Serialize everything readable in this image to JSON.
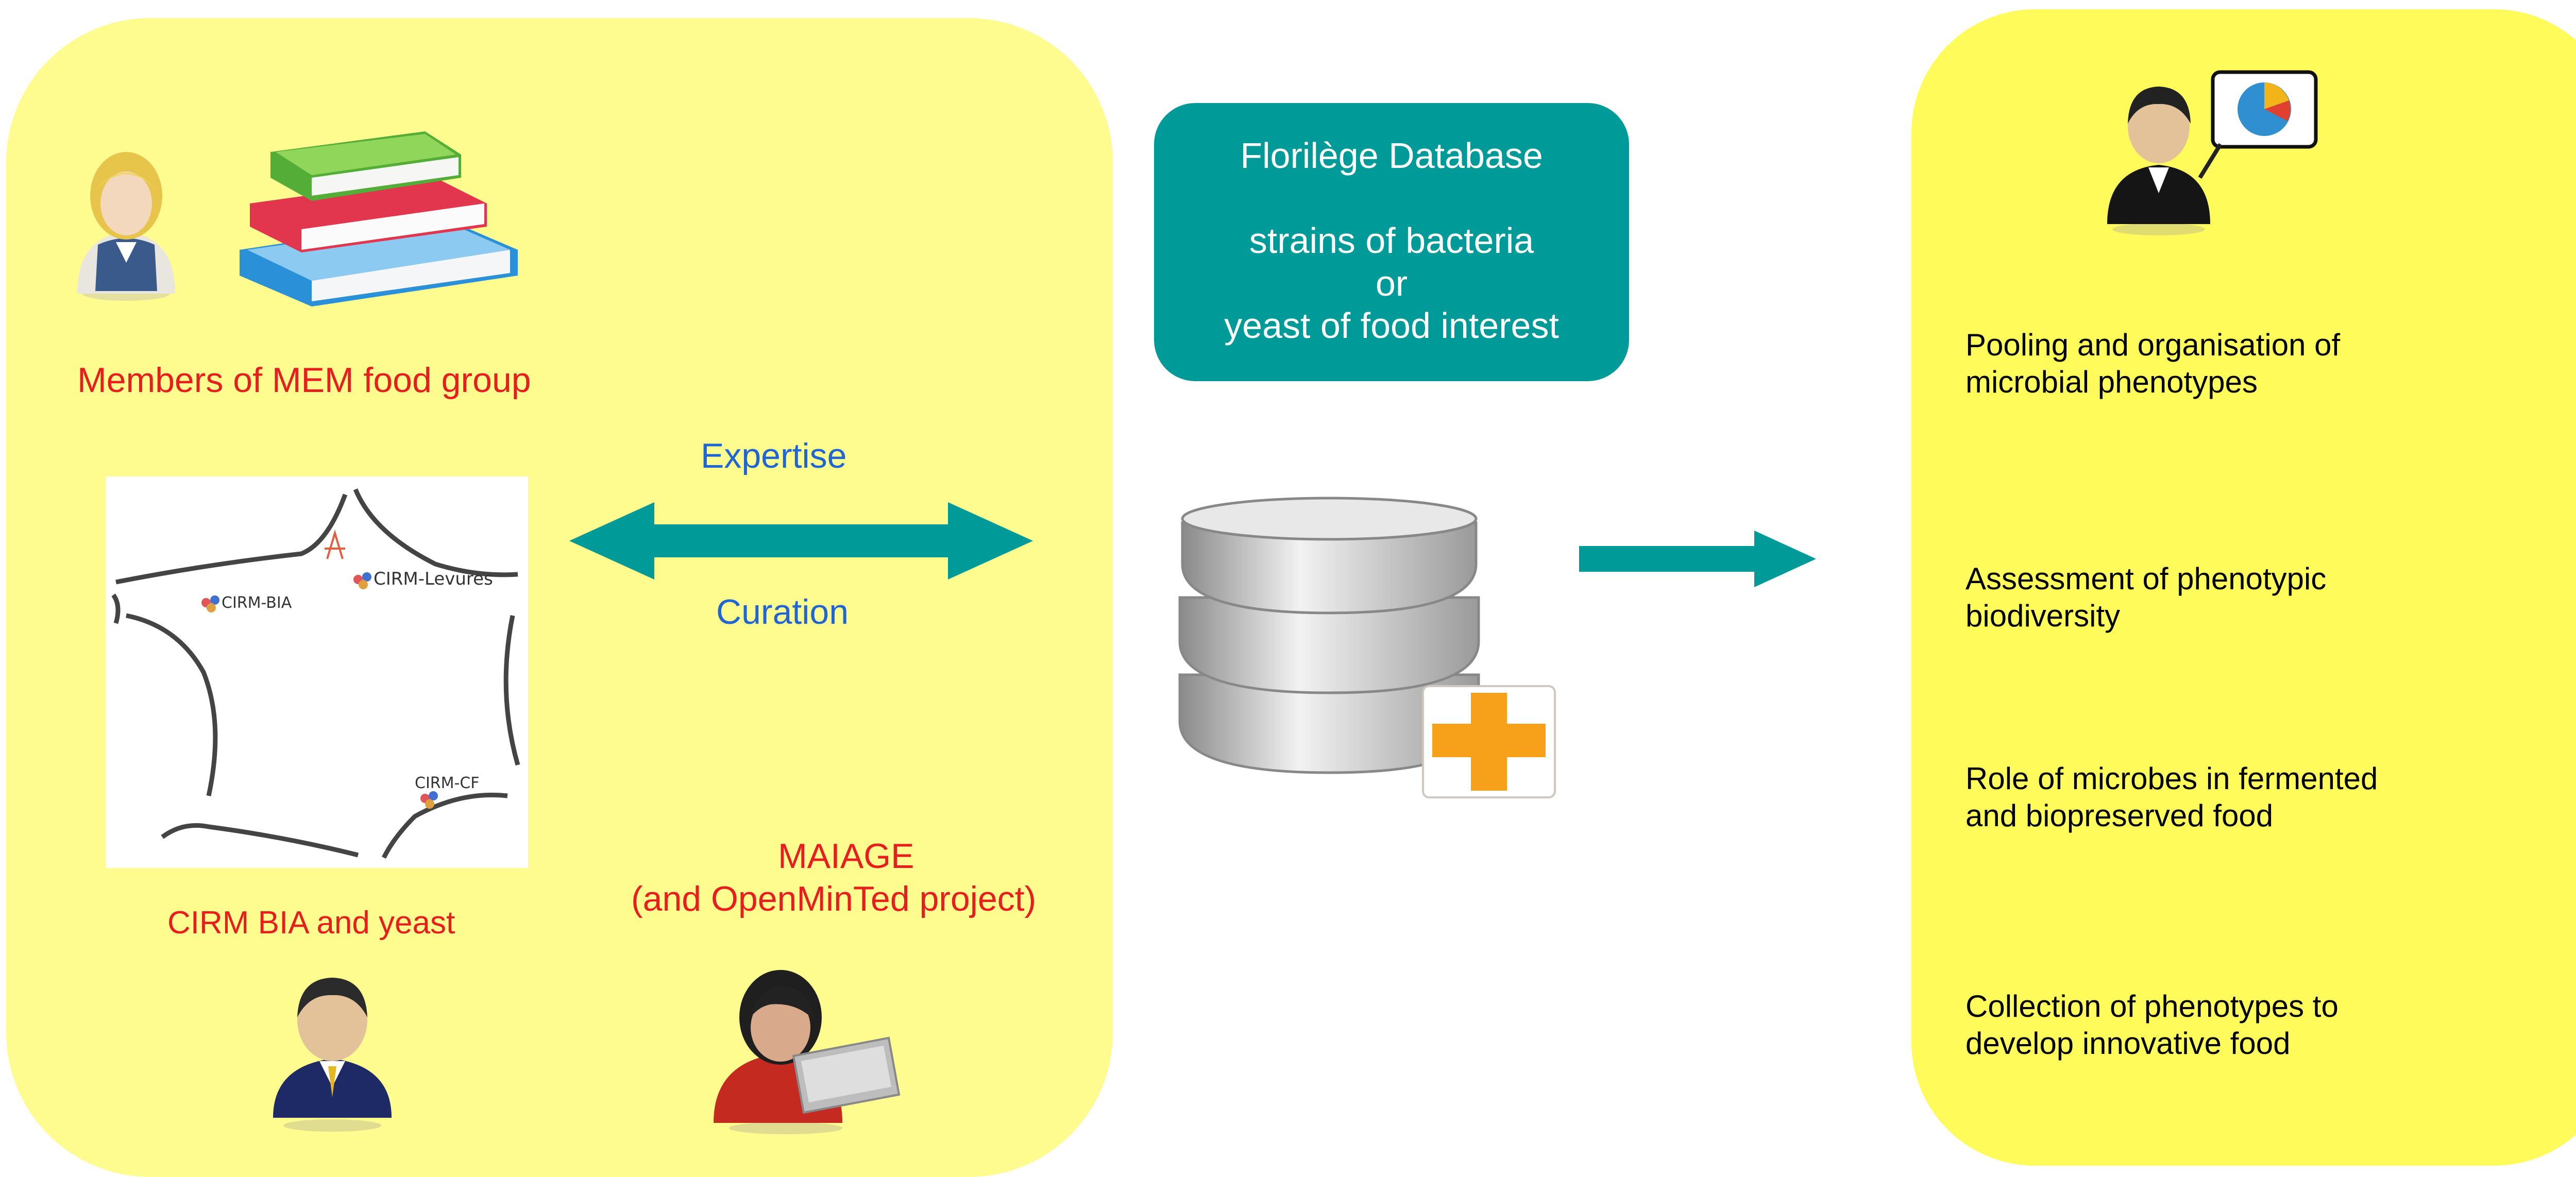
{
  "database": {
    "title": "Florilège Database",
    "line1": "strains of bacteria",
    "line2": "or",
    "line3": "yeast of food interest"
  },
  "left_panel": {
    "members_label": "Members of MEM food group",
    "cirm_label": "CIRM BIA and yeast",
    "maiage_label_1": "MAIAGE",
    "maiage_label_2": "(and OpenMinTed project)",
    "map": {
      "label_bia": "CIRM-BIA",
      "label_levures": "CIRM-Levures",
      "label_cf": "CIRM-CF"
    }
  },
  "arrow": {
    "top_label": "Expertise",
    "bottom_label": "Curation"
  },
  "right_panel": {
    "items": [
      {
        "line1": "Pooling and organisation of",
        "line2": "microbial phenotypes"
      },
      {
        "line1": "Assessment of phenotypic",
        "line2": "biodiversity"
      },
      {
        "line1": "Role of microbes in fermented",
        "line2": "and biopreserved food"
      },
      {
        "line1": "Collection of phenotypes to",
        "line2": "develop innovative food"
      }
    ]
  },
  "colors": {
    "left_panel": "#fefb8f",
    "right_panel": "#fffb5a",
    "teal": "#009a98",
    "label_red": "#e81d1d",
    "label_blue": "#1f66d4",
    "plus_orange": "#f7a11a"
  },
  "icons": [
    "woman-user-icon",
    "books-icon",
    "france-map-icon",
    "businessman-icon",
    "woman-laptop-icon",
    "database-icon",
    "plus-icon",
    "presenter-chart-icon"
  ]
}
